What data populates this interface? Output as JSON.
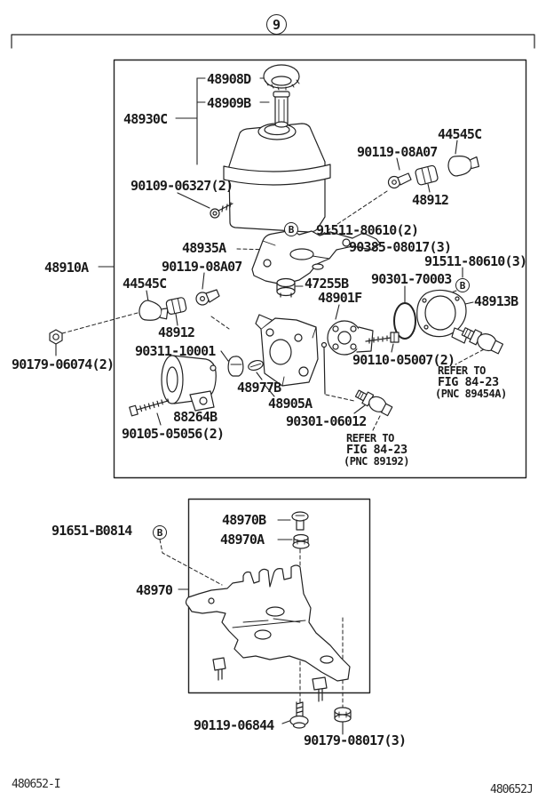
{
  "colors": {
    "ink": "#222222",
    "background": "#ffffff"
  },
  "callouts": {
    "section_number": "9",
    "detail_b1": "B",
    "detail_b2": "B",
    "detail_b3": "B"
  },
  "parts": {
    "p48930c": "48930C",
    "p48908d": "48908D",
    "p48909b": "48909B",
    "p90109_06327": "90109-06327(2)",
    "p44545c_right": "44545C",
    "p90119_08a07_right": "90119-08A07",
    "p48912_right": "48912",
    "p91511_80610_2": "91511-80610(2)",
    "p48935a": "48935A",
    "p90385_08017": "90385-08017(3)",
    "p91511_80610_3": "91511-80610(3)",
    "p48910a": "48910A",
    "p90119_08a07_left": "90119-08A07",
    "p44545c_left": "44545C",
    "p90301_70003": "90301-70003",
    "p48913b": "48913B",
    "p47255b": "47255B",
    "p48901f": "48901F",
    "p48912_left": "48912",
    "p90311_10001": "90311-10001",
    "p90179_06074": "90179-06074(2)",
    "p90110_05007": "90110-05007(2)",
    "p48977b": "48977B",
    "p48905a": "48905A",
    "p88264b": "88264B",
    "p90301_06012": "90301-06012",
    "p90105_05056": "90105-05056(2)",
    "p91651_b0814": "91651-B0814",
    "p48970b": "48970B",
    "p48970a": "48970A",
    "p48970": "48970",
    "p90119_06844": "90119-06844",
    "p90179_08017": "90179-08017(3)"
  },
  "references": {
    "ref1_line1": "REFER TO",
    "ref1_line2": "FIG 84-23",
    "ref1_line3": "(PNC 89454A)",
    "ref2_line1": "REFER TO",
    "ref2_line2": "FIG 84-23",
    "ref2_line3": "(PNC 89192)"
  },
  "figure_codes": {
    "bottom_left": "480652-I",
    "bottom_right": "480652J"
  }
}
